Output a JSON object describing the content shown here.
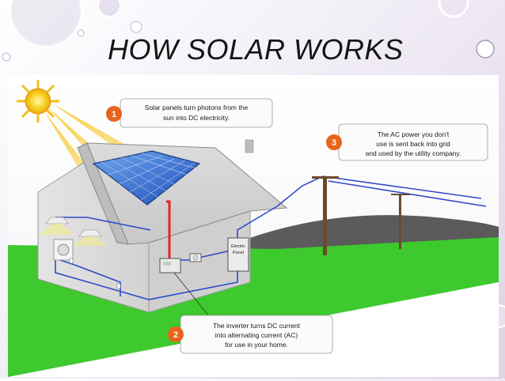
{
  "slide": {
    "title": "HOW SOLAR WORKS"
  },
  "callouts": [
    {
      "number": "1",
      "lines": [
        "Solar panels turn photons from the",
        "sun into DC electricity."
      ]
    },
    {
      "number": "2",
      "lines": [
        "The inverter turns DC current",
        "into alternating current (AC)",
        "for use in your home."
      ]
    },
    {
      "number": "3",
      "lines": [
        "The AC power you don't",
        "use is sent back into grid",
        "and used by the utility company."
      ]
    }
  ],
  "labels": {
    "panel_line1": "Electric",
    "panel_line2": "Panel"
  },
  "colors": {
    "badge": "#e8641c",
    "wire_dc": "#e0242a",
    "wire_ac": "#2f4ac9",
    "grass": "#3ec92e",
    "hill": "#5a5a5a",
    "sun": "#f7c51a",
    "panel": "#2c63c9"
  },
  "icons": [
    "sun-icon",
    "solar-panel-icon",
    "inverter-icon",
    "meter-icon",
    "electric-panel-icon",
    "utility-pole-icon",
    "ceiling-lamp-icon",
    "washing-machine-icon"
  ]
}
